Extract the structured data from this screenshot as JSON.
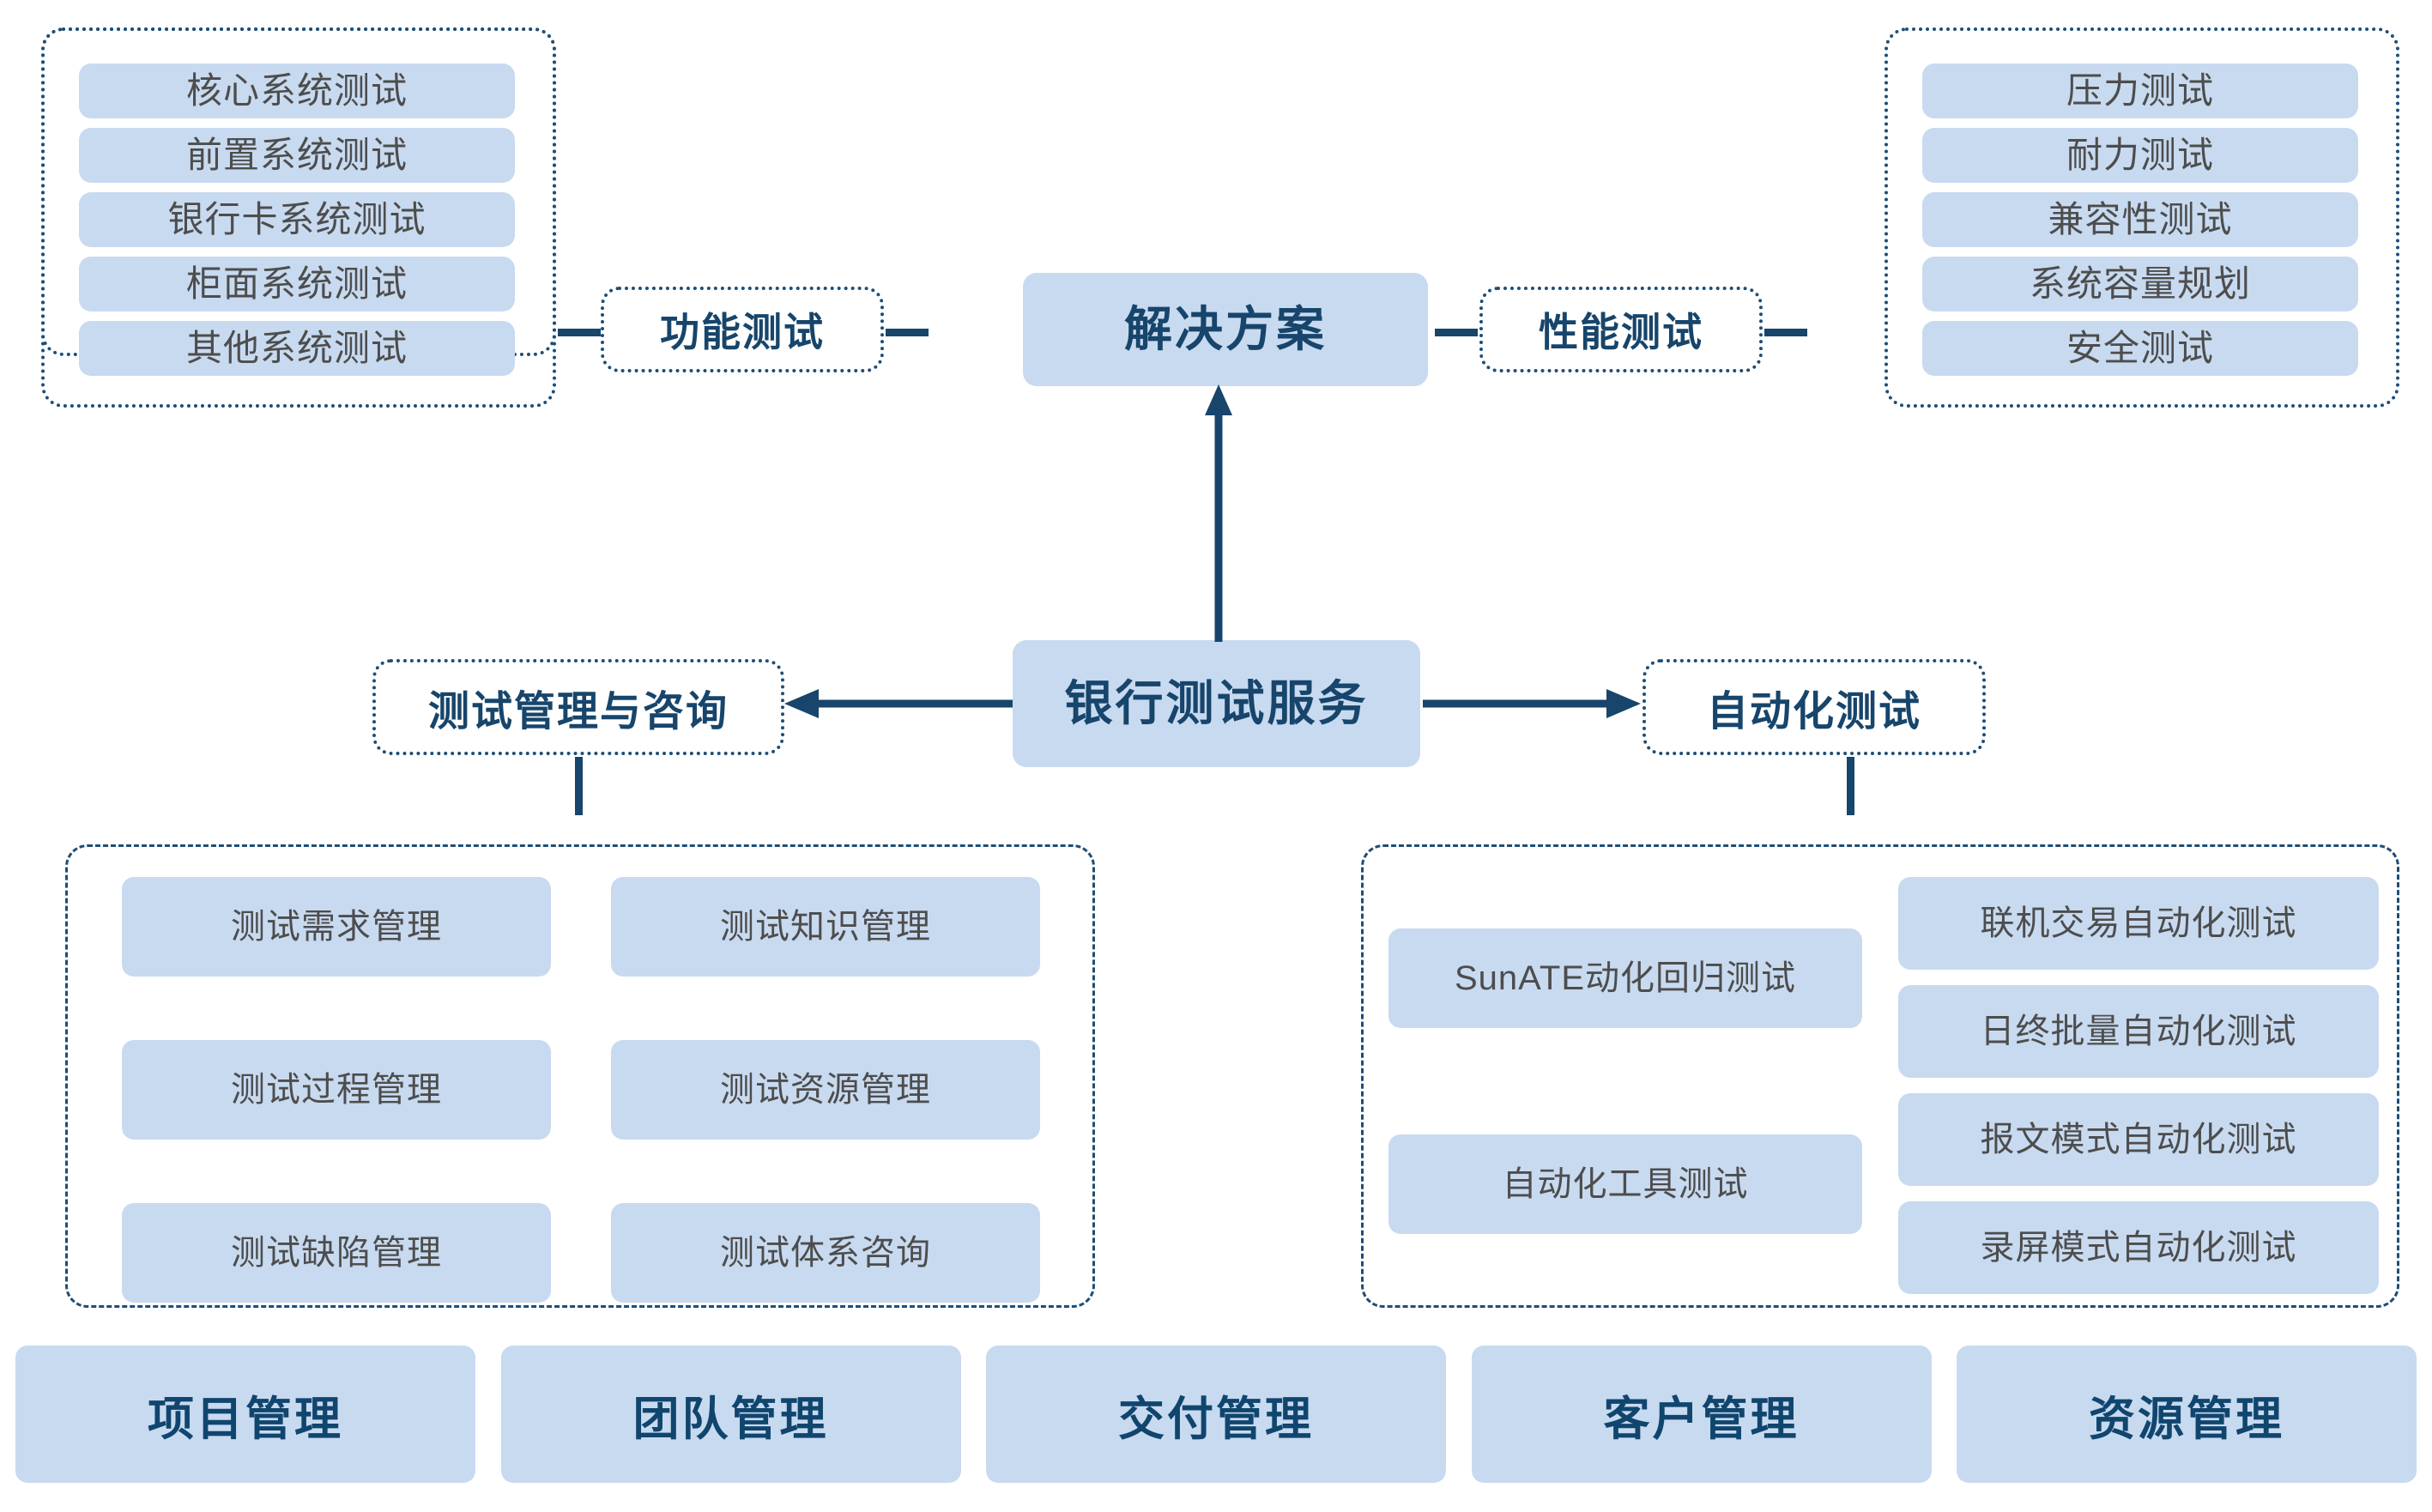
{
  "colors": {
    "box_fill": "#c8daf0",
    "dark_blue": "#17456b",
    "gray_text": "#4d4d4d",
    "background": "#ffffff"
  },
  "center": {
    "solution_node": "解决方案",
    "root_node": "银行测试服务"
  },
  "branches": {
    "functional": {
      "label": "功能测试",
      "items": [
        "核心系统测试",
        "前置系统测试",
        "银行卡系统测试",
        "柜面系统测试",
        "其他系统测试"
      ]
    },
    "performance": {
      "label": "性能测试",
      "items": [
        "压力测试",
        "耐力测试",
        "兼容性测试",
        "系统容量规划",
        "安全测试"
      ]
    },
    "management": {
      "label": "测试管理与咨询",
      "items_left": [
        "测试需求管理",
        "测试过程管理",
        "测试缺陷管理"
      ],
      "items_right": [
        "测试知识管理",
        "测试资源管理",
        "测试体系咨询"
      ]
    },
    "automation": {
      "label": "自动化测试",
      "items_left": [
        "SunATE动化回归测试",
        "自动化工具测试"
      ],
      "items_right": [
        "联机交易自动化测试",
        "日终批量自动化测试",
        "报文模式自动化测试",
        "录屏模式自动化测试"
      ]
    }
  },
  "bottom_bar": {
    "items": [
      "项目管理",
      "团队管理",
      "交付管理",
      "客户管理",
      "资源管理"
    ]
  }
}
